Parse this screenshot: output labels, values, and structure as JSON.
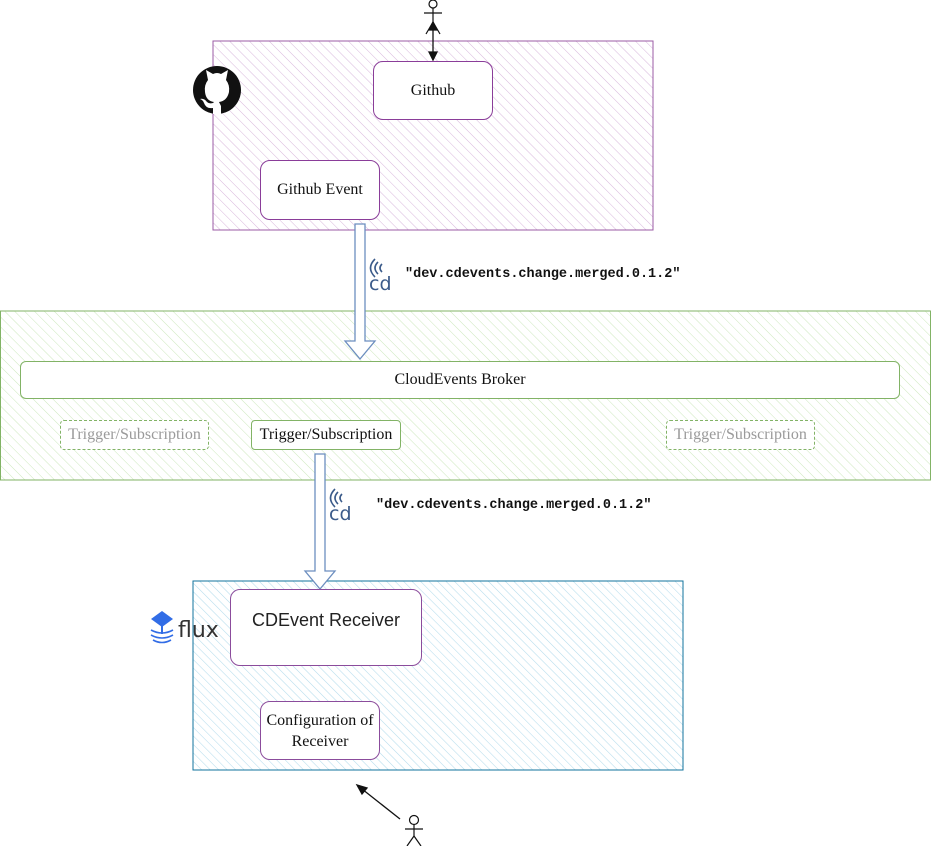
{
  "github_area": {
    "github_label": "Github",
    "event_label": "Github Event"
  },
  "event_type_top": "\"dev.cdevents.change.merged.0.1.2\"",
  "broker_area": {
    "broker_label": "CloudEvents Broker",
    "trigger_left": "Trigger/Subscription",
    "trigger_active": "Trigger/Subscription",
    "trigger_right": "Trigger/Subscription"
  },
  "event_type_bottom": "\"dev.cdevents.change.merged.0.1.2\"",
  "flux_area": {
    "logo_text": "flux",
    "receiver_label": "CDEvent Receiver",
    "config_label": "Configuration of Receiver"
  },
  "cd_logo_text": "cd",
  "colors": {
    "github_border": "#9b5ba5",
    "broker_border": "#82b366",
    "flux_border": "#10739e",
    "arrow": "#6c8ebf"
  }
}
